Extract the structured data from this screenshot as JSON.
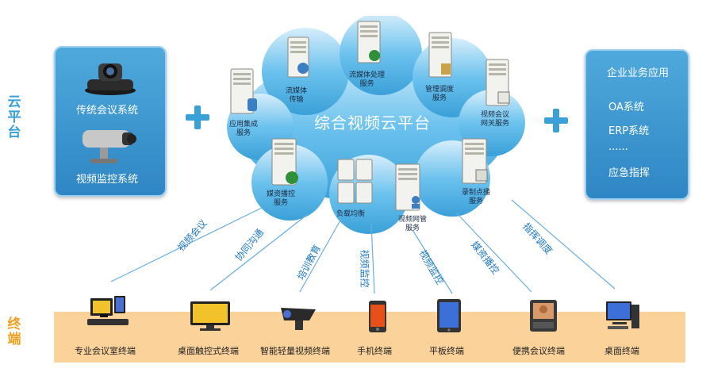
{
  "side_labels": {
    "cloud": "云平台",
    "terminal": "终端"
  },
  "left_panel": {
    "item1": "传统会议系统",
    "item2": "视频监控系统"
  },
  "cloud": {
    "title": "综合视频云平台",
    "services": [
      {
        "label": "流媒体\n传输"
      },
      {
        "label": "流媒体处理\n服务"
      },
      {
        "label": "管理调度\n服务"
      },
      {
        "label": "应用集成\n服务"
      },
      {
        "label": "视频会议\n网关服务"
      },
      {
        "label": "媒资播控\n服务"
      },
      {
        "label": "负载均衡"
      },
      {
        "label": "视频网管\n服务"
      },
      {
        "label": "录制点播\n服务"
      }
    ]
  },
  "right_panel": {
    "title": "企业业务应用",
    "items": [
      "OA系统",
      "ERP系统",
      "......",
      "应急指挥"
    ]
  },
  "connections": [
    "视频会议",
    "协同沟通",
    "培训教育",
    "视频监控",
    "视频监控",
    "媒资播控",
    "指挥调度"
  ],
  "terminals": [
    {
      "label": "专业会议室终端",
      "icon": "conference-room-terminal"
    },
    {
      "label": "桌面触控式终端",
      "icon": "touch-monitor"
    },
    {
      "label": "智能轻量视频终端",
      "icon": "smart-camera"
    },
    {
      "label": "手机终端",
      "icon": "mobile-phone"
    },
    {
      "label": "平板终端",
      "icon": "tablet"
    },
    {
      "label": "便携会议终端",
      "icon": "portable-terminal"
    },
    {
      "label": "桌面终端",
      "icon": "desktop-pc"
    }
  ],
  "colors": {
    "panel_blue": "#3a96d2",
    "cloud_blue": "#5cb8e8",
    "terminal_band": "#fbd29a",
    "accent_blue": "#3aa0d8",
    "terminal_label": "#f0a020"
  }
}
